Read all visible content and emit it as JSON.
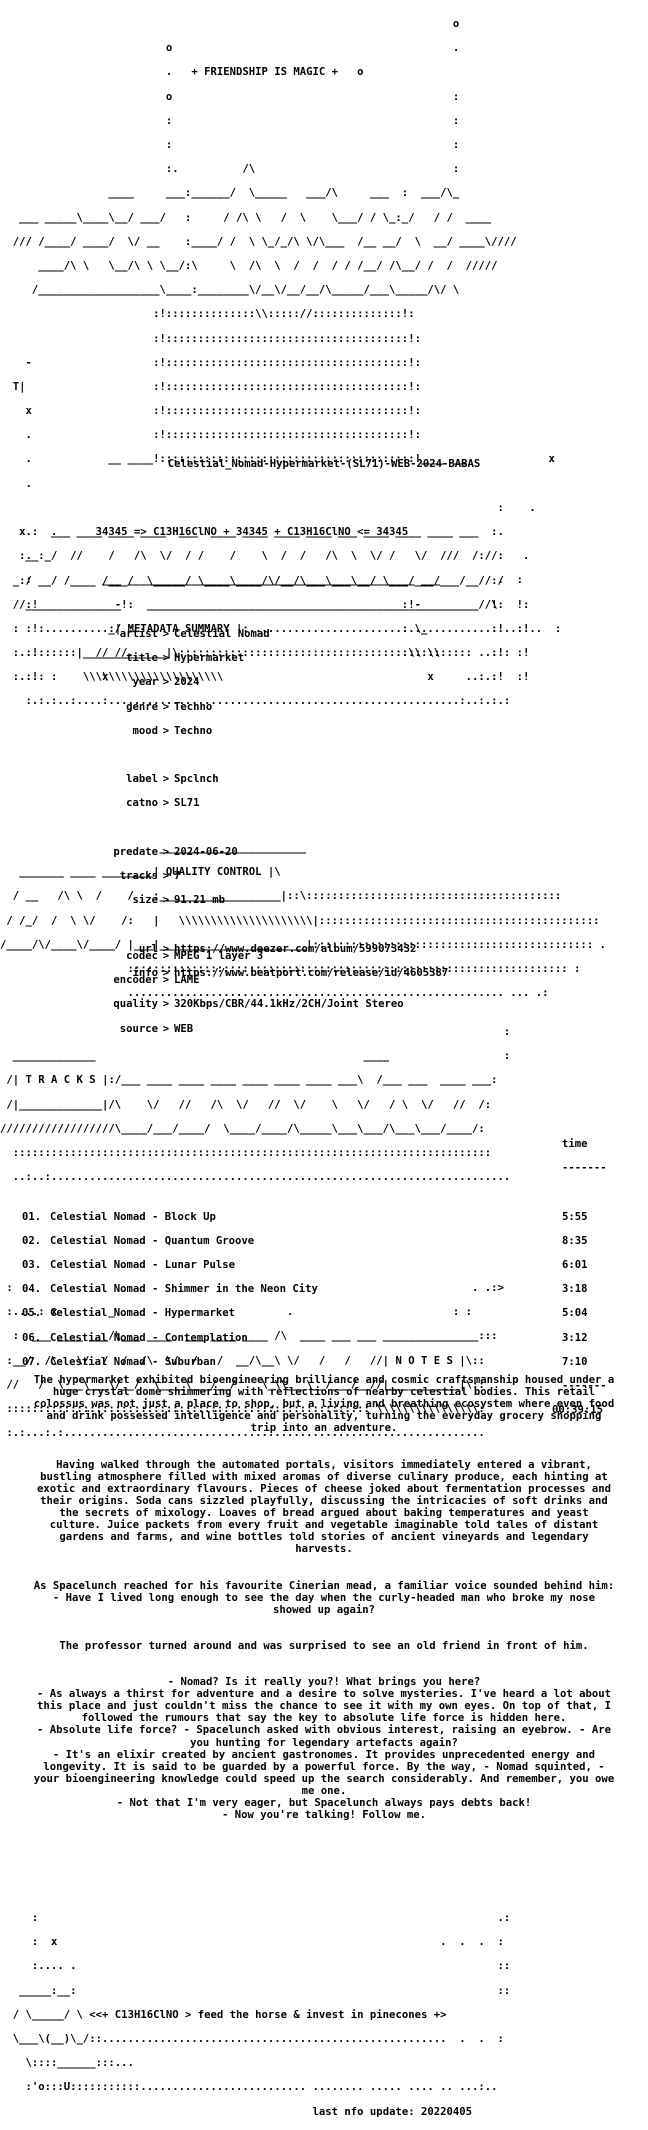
{
  "header": {
    "banner": "+ FRIENDSHIP IS MAGIC +",
    "equation": "34345 => C13H16ClNO + 34345 + C13H16ClNO <= 34345",
    "release_name": "Celestial_Nomad-Hypermarket-(SL71)-WEB-2024-BABAS"
  },
  "metadata": {
    "section_title": "METADATA SUMMARY",
    "artist_label": "artist",
    "artist": "Celestial Nomad",
    "title_label": "title",
    "title": "Hypermarket",
    "year_label": "year",
    "year": "2024",
    "genre_label": "genre",
    "genre": "Techno",
    "mood_label": "mood",
    "mood": "Techno",
    "label_label": "label",
    "label": "Spclnch",
    "catno_label": "catno",
    "catno": "SL71",
    "predate_label": "predate",
    "predate": "2024-06-20",
    "tracks_label": "tracks",
    "tracks": "7",
    "size_label": "size",
    "size": "91.21 mb",
    "url_label": "url",
    "url": "https://www.deezer.com/album/599073432",
    "info_label": "info",
    "info": "https://www.beatport.com/release/id/4605387"
  },
  "quality": {
    "section_title": "QUALITY CONTROL",
    "codec_label": "codec",
    "codec": "MPEG 1 layer 3",
    "encoder_label": "encoder",
    "encoder": "LAME",
    "quality_label": "quality",
    "quality": "320Kbps/CBR/44.1kHz/2CH/Joint Stereo",
    "source_label": "source",
    "source": "WEB"
  },
  "tracks": {
    "section_title": "T R A C K S",
    "time_header": "time",
    "items": [
      {
        "num": "01.",
        "name": "Celestial Nomad - Block Up",
        "time": "5:55"
      },
      {
        "num": "02.",
        "name": "Celestial Nomad - Quantum Groove",
        "time": "8:35"
      },
      {
        "num": "03.",
        "name": "Celestial Nomad - Lunar Pulse",
        "time": "6:01"
      },
      {
        "num": "04.",
        "name": "Celestial Nomad - Shimmer in the Neon City",
        "time": "3:18"
      },
      {
        "num": "05.",
        "name": "Celestial Nomad - Hypermarket",
        "time": "5:04"
      },
      {
        "num": "06.",
        "name": "Celestial Nomad - Contemplation",
        "time": "3:12"
      },
      {
        "num": "07.",
        "name": "Celestial Nomad - Suburban",
        "time": "7:10"
      }
    ],
    "total": "00:39:15"
  },
  "notes": {
    "section_title": "N O T E S",
    "paragraphs": [
      "The hypermarket exhibited bioengineering brilliance and cosmic craftsmanship housed under a huge crystal dome shimmering with reflections of nearby celestial bodies. This retail colossus was not just a place to shop, but a living and breathing ecosystem where even food and drink possessed intelligence and personality, turning the everyday grocery shopping trip into an adventure.",
      "Having walked through the automated portals, visitors immediately entered a vibrant, bustling atmosphere filled with mixed aromas of diverse culinary produce, each hinting at exotic and extraordinary flavours. Pieces of cheese joked about fermentation processes and their origins. Soda cans sizzled playfully, discussing the intricacies of soft drinks and the secrets of mixology. Loaves of bread argued about baking temperatures and yeast culture. Juice packets from every fruit and vegetable imaginable told tales of distant gardens and farms, and wine bottles told stories of ancient vineyards and legendary harvests.",
      "As Spacelunch reached for his favourite Cinerian mead, a familiar voice sounded behind him:\n- Have I lived long enough to see the day when the curly-headed man who broke my nose showed up again?",
      "The professor turned around and was surprised to see an old friend in front of him.",
      "- Nomad? Is it really you?! What brings you here?\n- As always a thirst for adventure and a desire to solve mysteries. I've heard a lot about this place and just couldn't miss the chance to see it with my own eyes. On top of that, I followed the rumours that say the key to absolute life force is hidden here.\n- Absolute life force? - Spacelunch asked with obvious interest, raising an eyebrow. - Are you hunting for legendary artefacts again?\n- It's an elixir created by ancient gastronomes. It provides unprecedented energy and longevity. It is said to be guarded by a powerful force. By the way, - Nomad squinted, - your bioengineering knowledge could speed up the search considerably. And remember, you owe me one.\n- Not that I'm very eager, but Spacelunch always pays debts back!\n- Now you're talking! Follow me."
    ]
  },
  "footer": {
    "tagline": "<<+ C13H16ClNO > feed the horse & invest in pinecones +>",
    "update": "last nfo update: 20220405"
  }
}
